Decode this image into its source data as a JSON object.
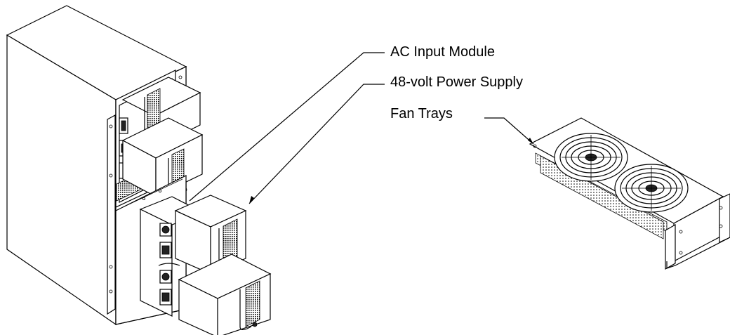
{
  "callouts": {
    "ac_input_module": "AC Input Module",
    "power_supply": "48-volt Power Supply",
    "fan_trays": "Fan Trays"
  },
  "colors": {
    "line": "#000000",
    "background": "#ffffff"
  }
}
